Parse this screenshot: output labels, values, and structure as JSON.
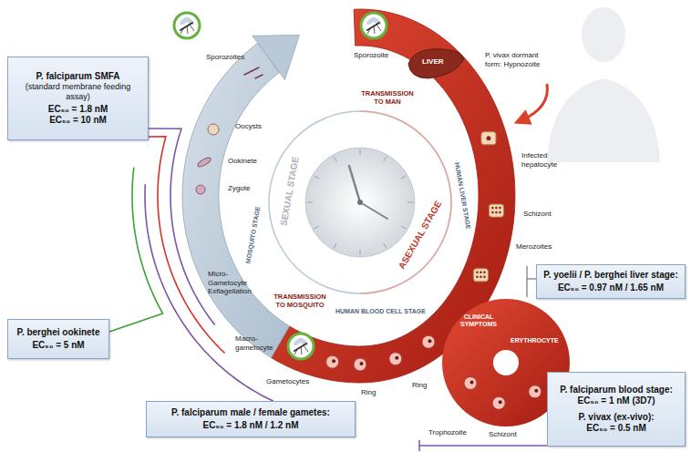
{
  "diagram": {
    "nodes": [
      {
        "text": [
          "P. falciparum SMFA",
          "(standard membrane feeding assay)",
          "EC₅₀ = 1.8 nM",
          "EC₅₀ = 10 nM"
        ]
      },
      {
        "text": [
          "P. yoelii / P. berghei liver stage:",
          "EC₅₀ = 0.97 nM / 1.65 nM"
        ]
      },
      {
        "text": [
          "P. berghei ookinete",
          "EC₅₀ = 5 nM"
        ]
      },
      {
        "text": [
          "P. falciparum male / female gametes:",
          "EC₅₀ = 1.8 nM / 1.2 nM"
        ]
      },
      {
        "text": [
          "P. falciparum blood stage:",
          "EC₅₀ = 1 nM (3D7)",
          "P. vivax (ex-vivo):",
          "EC₅₀ = 0.5 nM"
        ]
      }
    ],
    "labels": [
      "Sporozoites",
      "Oocysts",
      "Ookinete",
      "Zygote",
      "Micro-Gametocyte Exflagellation",
      "Macro-gametocyte",
      "Gametocytes",
      "TRANSMISSION TO MAN",
      "TRANSMISSION TO MOSQUITO",
      "SEXUAL STAGE",
      "MOSQUITO STAGE",
      "Sporozoite",
      "LIVER",
      "P. vivax dormant form: Hypnozoite",
      "HUMAN LIVER STAGE",
      "ASEXUAL STAGE",
      "Infected hepatocyte",
      "Schizont",
      "Merozoites",
      "CLINICAL SYMPTOMS",
      "ERYTHROCYTE",
      "HUMAN BLOOD CELL STAGE",
      "Ring",
      "Ring",
      "Trophozoite",
      "Schizont"
    ]
  }
}
